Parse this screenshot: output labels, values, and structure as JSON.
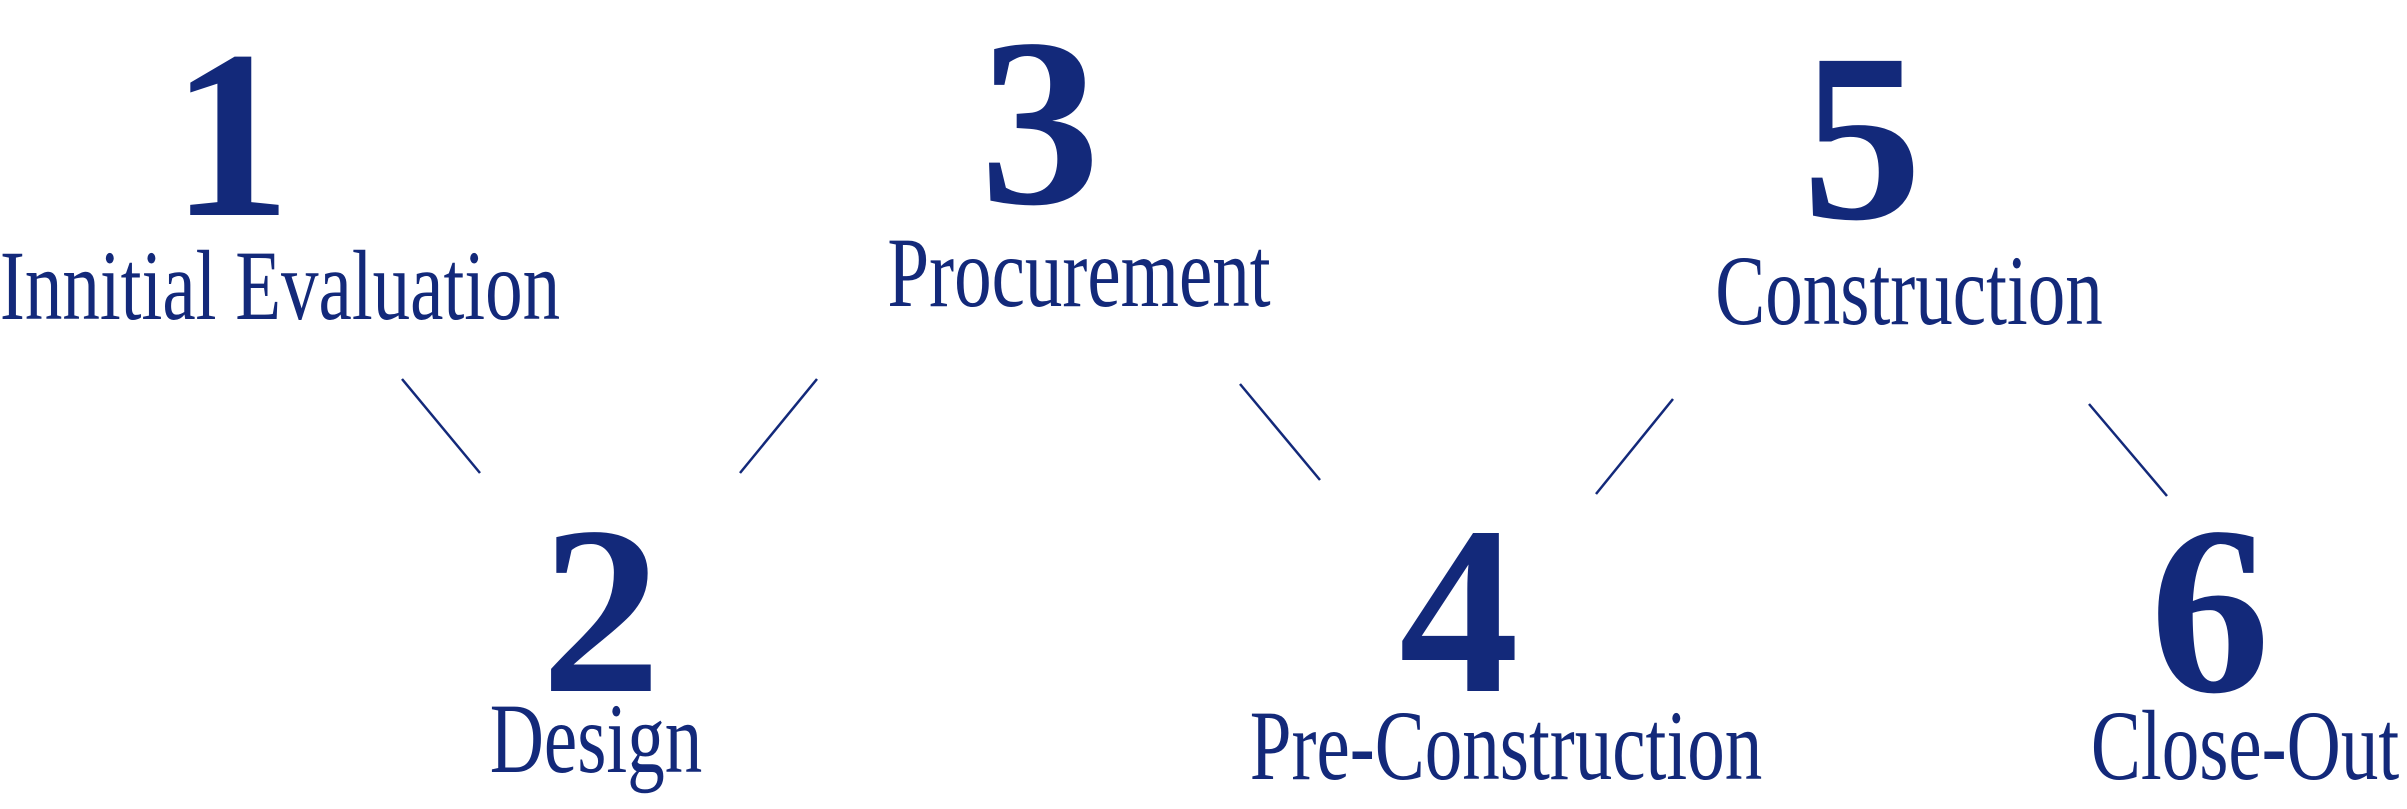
{
  "accent_color": "#13297a",
  "steps": [
    {
      "number": "1",
      "label": "Innitial Evaluation"
    },
    {
      "number": "2",
      "label": "Design"
    },
    {
      "number": "3",
      "label": "Procurement"
    },
    {
      "number": "4",
      "label": "Pre-Construction"
    },
    {
      "number": "5",
      "label": "Construction"
    },
    {
      "number": "6",
      "label": "Close-Out"
    }
  ]
}
